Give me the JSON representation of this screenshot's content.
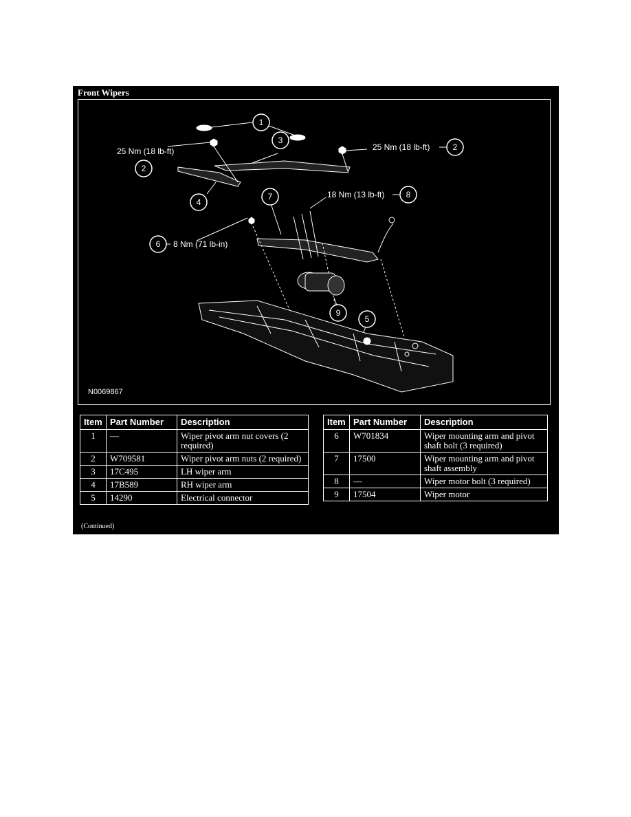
{
  "section": {
    "title": "Front Wipers"
  },
  "diagram": {
    "figure_id": "N0069867",
    "callouts": {
      "c1": "1",
      "c2a": "2",
      "c2b": "2",
      "c3": "3",
      "c4": "4",
      "c5": "5",
      "c6": "6",
      "c7": "7",
      "c8": "8",
      "c9": "9"
    },
    "torque_labels": {
      "t2a": "25 Nm (18 lb-ft)",
      "t2b": "25 Nm (18 lb-ft)",
      "t6": "8 Nm (71 lb-in)",
      "t8": "18 Nm (13 lb-ft)"
    }
  },
  "table_headers": {
    "item": "Item",
    "part_number": "Part Number",
    "description": "Description"
  },
  "table_left": [
    {
      "item": "1",
      "part": "—",
      "desc": "Wiper pivot arm nut covers (2 required)"
    },
    {
      "item": "2",
      "part": "W709581",
      "desc": "Wiper pivot arm nuts (2 required)"
    },
    {
      "item": "3",
      "part": "17C495",
      "desc": "LH wiper arm"
    },
    {
      "item": "4",
      "part": "17B589",
      "desc": "RH wiper arm"
    },
    {
      "item": "5",
      "part": "14290",
      "desc": "Electrical connector"
    }
  ],
  "table_right": [
    {
      "item": "6",
      "part": "W701834",
      "desc": "Wiper mounting arm and pivot shaft bolt (3 required)"
    },
    {
      "item": "7",
      "part": "17500",
      "desc": "Wiper mounting arm and pivot shaft assembly"
    },
    {
      "item": "8",
      "part": "—",
      "desc": "Wiper motor bolt (3 required)"
    },
    {
      "item": "9",
      "part": "17504",
      "desc": "Wiper motor"
    }
  ],
  "footer": {
    "continued": "(Continued)"
  }
}
